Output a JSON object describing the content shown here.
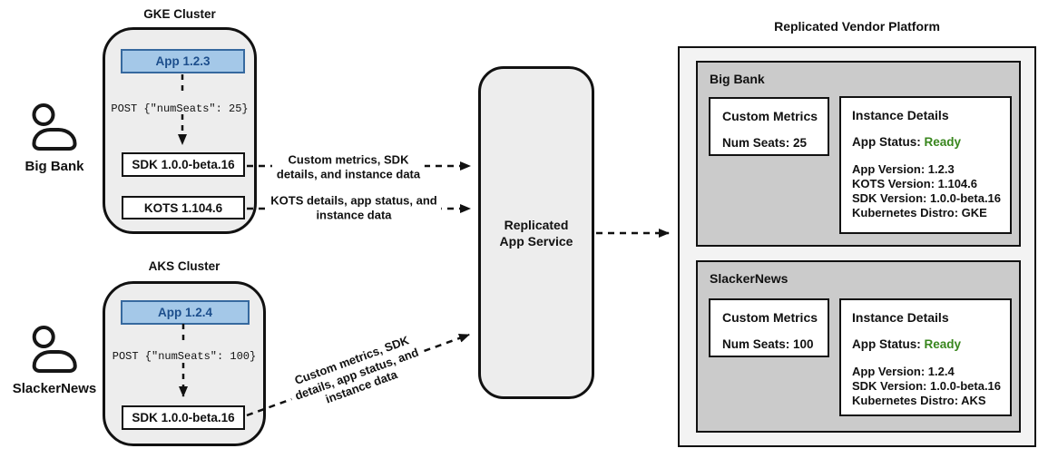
{
  "colors": {
    "app_box_fill": "#a4c8e8",
    "app_box_border": "#36699f",
    "app_box_text": "#1c4e8c",
    "cluster_fill": "#ededed",
    "platform_fill": "#f3f3f3",
    "section_fill": "#cbcbcb",
    "status_ready_green": "#38861d",
    "line_color": "#111111"
  },
  "users": [
    {
      "label": "Big Bank"
    },
    {
      "label": "SlackerNews"
    }
  ],
  "clusters": [
    {
      "title": "GKE Cluster",
      "app": "App 1.2.3",
      "post": "POST {\"numSeats\": 25}",
      "sdk": "SDK 1.0.0-beta.16",
      "kots": "KOTS 1.104.6"
    },
    {
      "title": "AKS Cluster",
      "app": "App 1.2.4",
      "post": "POST {\"numSeats\": 100}",
      "sdk": "SDK 1.0.0-beta.16"
    }
  ],
  "arrow_labels": {
    "sdk_to_service": {
      "lines": [
        "Custom metrics, SDK",
        "details, and instance data"
      ]
    },
    "kots_to_service": {
      "lines": [
        "KOTS details, app status, and",
        "instance data"
      ]
    },
    "aks_sdk_to_service": {
      "lines": [
        "Custom metrics, SDK",
        "details, app status, and",
        "instance data"
      ]
    }
  },
  "service": {
    "lines": [
      "Replicated",
      "App Service"
    ]
  },
  "platform": {
    "title": "Replicated Vendor Platform",
    "sections": [
      {
        "name": "Big Bank",
        "custom_metrics": {
          "title": "Custom Metrics",
          "value": "Num Seats: 25"
        },
        "instance_details": {
          "title": "Instance Details",
          "status_label": "App Status: ",
          "status_value": "Ready",
          "lines": [
            "App Version: 1.2.3",
            "KOTS Version: 1.104.6",
            "SDK Version: 1.0.0-beta.16",
            "Kubernetes Distro: GKE"
          ]
        }
      },
      {
        "name": "SlackerNews",
        "custom_metrics": {
          "title": "Custom Metrics",
          "value": "Num Seats: 100"
        },
        "instance_details": {
          "title": "Instance Details",
          "status_label": "App Status: ",
          "status_value": "Ready",
          "lines": [
            "App Version: 1.2.4",
            "SDK Version: 1.0.0-beta.16",
            "Kubernetes Distro: AKS"
          ]
        }
      }
    ]
  }
}
